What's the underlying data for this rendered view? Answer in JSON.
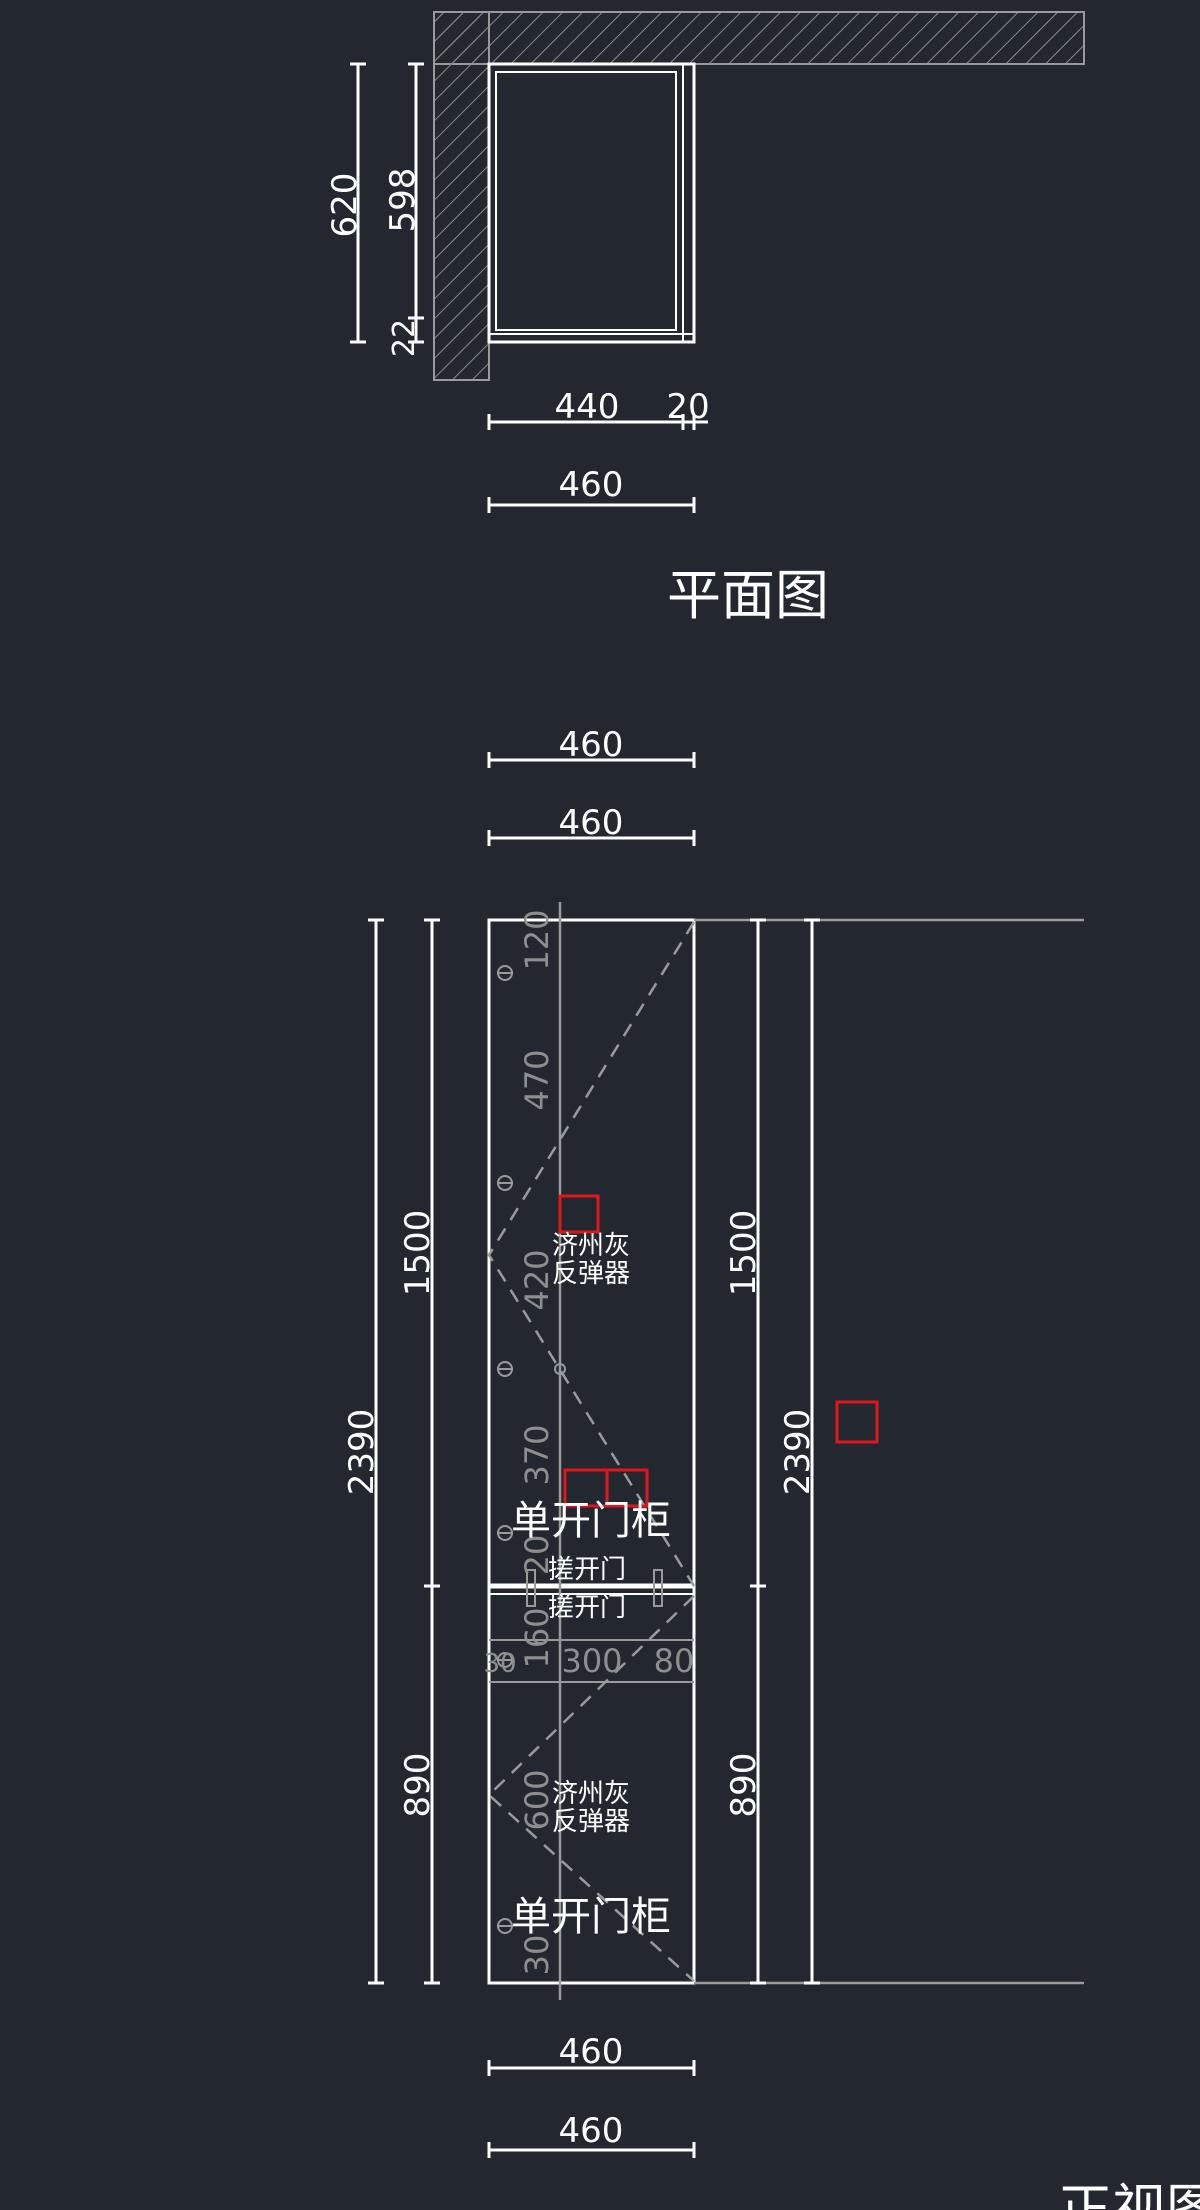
{
  "plan": {
    "title": "平面图",
    "dims": {
      "depth_total": "620",
      "depth_inner": "598",
      "depth_edge": "22",
      "width_body": "440",
      "width_door": "20",
      "width_total": "460"
    }
  },
  "elevation": {
    "title": "正视图",
    "top_widths": [
      "460",
      "460"
    ],
    "bottom_widths": [
      "460",
      "460"
    ],
    "height_total": "2390",
    "height_upper": "1500",
    "height_lower": "890",
    "upper_cabinet_label": "单开门柜",
    "lower_cabinet_label": "单开门柜",
    "door_note_1": "搓开门",
    "door_note_2": "搓开门",
    "hinge_label_upper_1": "济州灰",
    "hinge_label_upper_2": "反弹器",
    "hinge_label_lower_1": "济州灰",
    "hinge_label_lower_2": "反弹器",
    "inner_dims_upper": [
      "120",
      "470",
      "420",
      "370",
      "20"
    ],
    "inner_dims_middle": [
      "160",
      "30",
      "300",
      "80"
    ],
    "inner_dims_lower": [
      "600",
      "30"
    ]
  },
  "colors": {
    "background": "#222730",
    "line": "#ffffff",
    "secondary_line": "#9a9a9a",
    "marker": "#e0161b"
  }
}
